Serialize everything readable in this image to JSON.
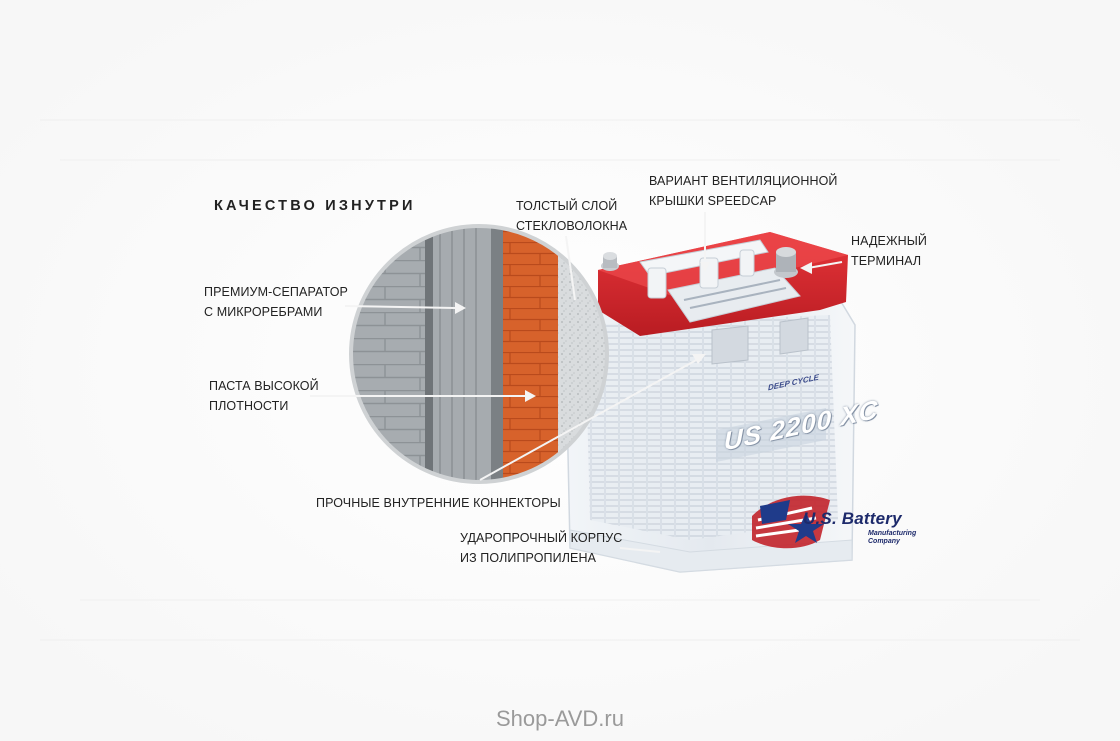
{
  "diagram": {
    "title": "КАЧЕСТВО ИЗНУТРИ",
    "labels": {
      "separator": "ПРЕМИУМ-СЕПАРАТОР\nС МИКРОРЕБРАМИ",
      "paste": "ПАСТА ВЫСОКОЙ\nПЛОТНОСТИ",
      "fiberglass": "ТОЛСТЫЙ СЛОЙ\nСТЕКЛОВОЛОКНА",
      "vent_cap": "ВАРИАНТ ВЕНТИЛЯЦИОННОЙ\nКРЫШКИ SPEEDCAP",
      "terminal": "НАДЕЖНЫЙ\nТЕРМИНАЛ",
      "connectors": "ПРОЧНЫЕ ВНУТРЕННИЕ КОННЕКТОРЫ",
      "case": "УДАРОПРОЧНЫЙ КОРПУС\nИЗ ПОЛИПРОПИЛЕНА"
    }
  },
  "battery": {
    "model": "US 2200 XC",
    "deep_cycle": "DEEP CYCLE",
    "brand_logo": "U.S. Battery",
    "brand_sub": "Manufacturing\nCompany"
  },
  "footer": {
    "watermark": "Shop-AVD.ru"
  },
  "colors": {
    "lid_red": "#d8262b",
    "paste_orange": "#d9622b",
    "separator_gray": "#9ea3a7",
    "case_white": "#eef2f6"
  }
}
